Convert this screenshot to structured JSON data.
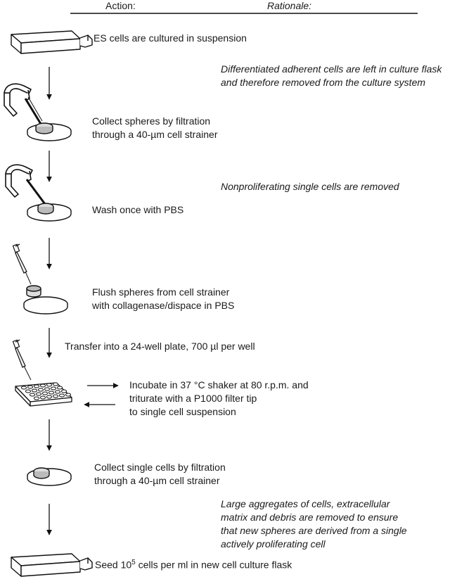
{
  "header": {
    "action": "Action:",
    "rationale": "Rationale:"
  },
  "steps": [
    {
      "line1": "ES cells are cultured in suspension"
    },
    {
      "line1": "Collect spheres by filtration",
      "line2": "through a 40-µm cell strainer"
    },
    {
      "line1": "Wash once with PBS"
    },
    {
      "line1": "Flush spheres from cell strainer",
      "line2": "with collagenase/dispace in PBS"
    },
    {
      "line1": "Transfer into a 24-well plate, 700 µl per well"
    },
    {
      "line1_pre": "Incubate in 37 ",
      "line1_deg": "°C",
      "line1_post": " shaker at 80 r.p.m. and",
      "line2": "triturate with a P1000 filter tip",
      "line3": "to single cell suspension"
    },
    {
      "line1": "Collect single cells by filtration",
      "line2": "through a 40-µm cell strainer"
    },
    {
      "line1_pre": "Seed 10",
      "line1_sup": "5",
      "line1_post": " cells per ml in new cell culture flask"
    }
  ],
  "rationales": [
    {
      "line1": "Differentiated adherent cells are left in culture flask",
      "line2": "and therefore removed from the culture system"
    },
    {
      "line1": "Nonproliferating single cells are removed"
    },
    {
      "line1": "Large aggregates of cells, extracellular",
      "line2": "matrix and debris are removed to ensure",
      "line3": "that new spheres are derived from a single",
      "line4": "actively proliferating cell"
    }
  ],
  "icons": [
    "flask-icon",
    "aspirator-icon",
    "petri-dish-icon",
    "pipette-icon",
    "well-plate-icon"
  ]
}
